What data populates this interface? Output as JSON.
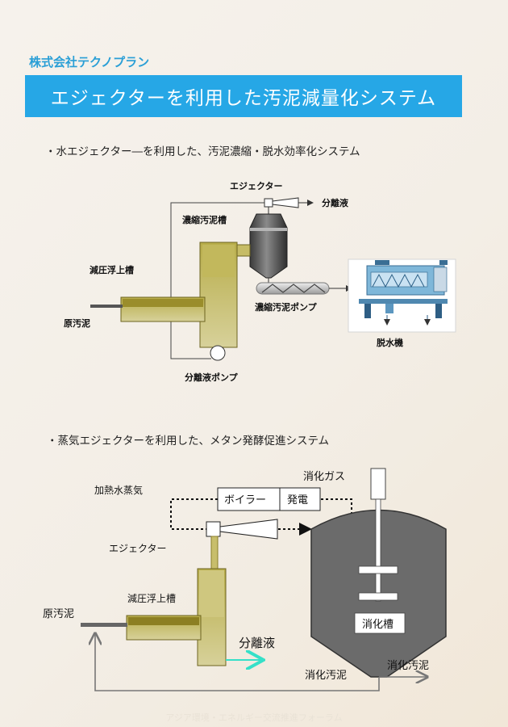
{
  "header": {
    "company": "株式会社テクノプラン",
    "title": "エジェクターを利用した汚泥減量化システム"
  },
  "section1": {
    "bullet": "・水エジェクター―を利用した、汚泥濃縮・脱水効率化システム",
    "labels": {
      "ejector": "エジェクター",
      "separated_liquid": "分離液",
      "thickened_sludge_tank": "濃縮汚泥槽",
      "dissolved_air_flotation": "減圧浮上槽",
      "raw_sludge": "原汚泥",
      "thickened_sludge_pump": "濃縮汚泥ポンプ",
      "separated_liquid_pump": "分離液ポンプ",
      "dewatering_machine": "脱水機"
    }
  },
  "section2": {
    "bullet": "・蒸気エジェクターを利用した、メタン発酵促進システム",
    "labels": {
      "digestion_gas": "消化ガス",
      "heated_steam": "加熱水蒸気",
      "boiler": "ボイラー",
      "power_generation": "発電",
      "ejector": "エジェクター",
      "dissolved_air_flotation": "減圧浮上槽",
      "raw_sludge": "原汚泥",
      "separated_liquid": "分離液",
      "digestion_tank": "消化槽",
      "digested_sludge_center": "消化汚泥",
      "digested_sludge_right": "消化汚泥"
    }
  },
  "footer": {
    "text": "アジア環境・エネルギー交流推進フォーラム"
  },
  "colors": {
    "title_bg": "#26a7e6",
    "company": "#2a9fd6",
    "tank_fill": "#a89a2e",
    "digester": "#6b6b6b",
    "arrow_cyan": "#35e0c8"
  }
}
